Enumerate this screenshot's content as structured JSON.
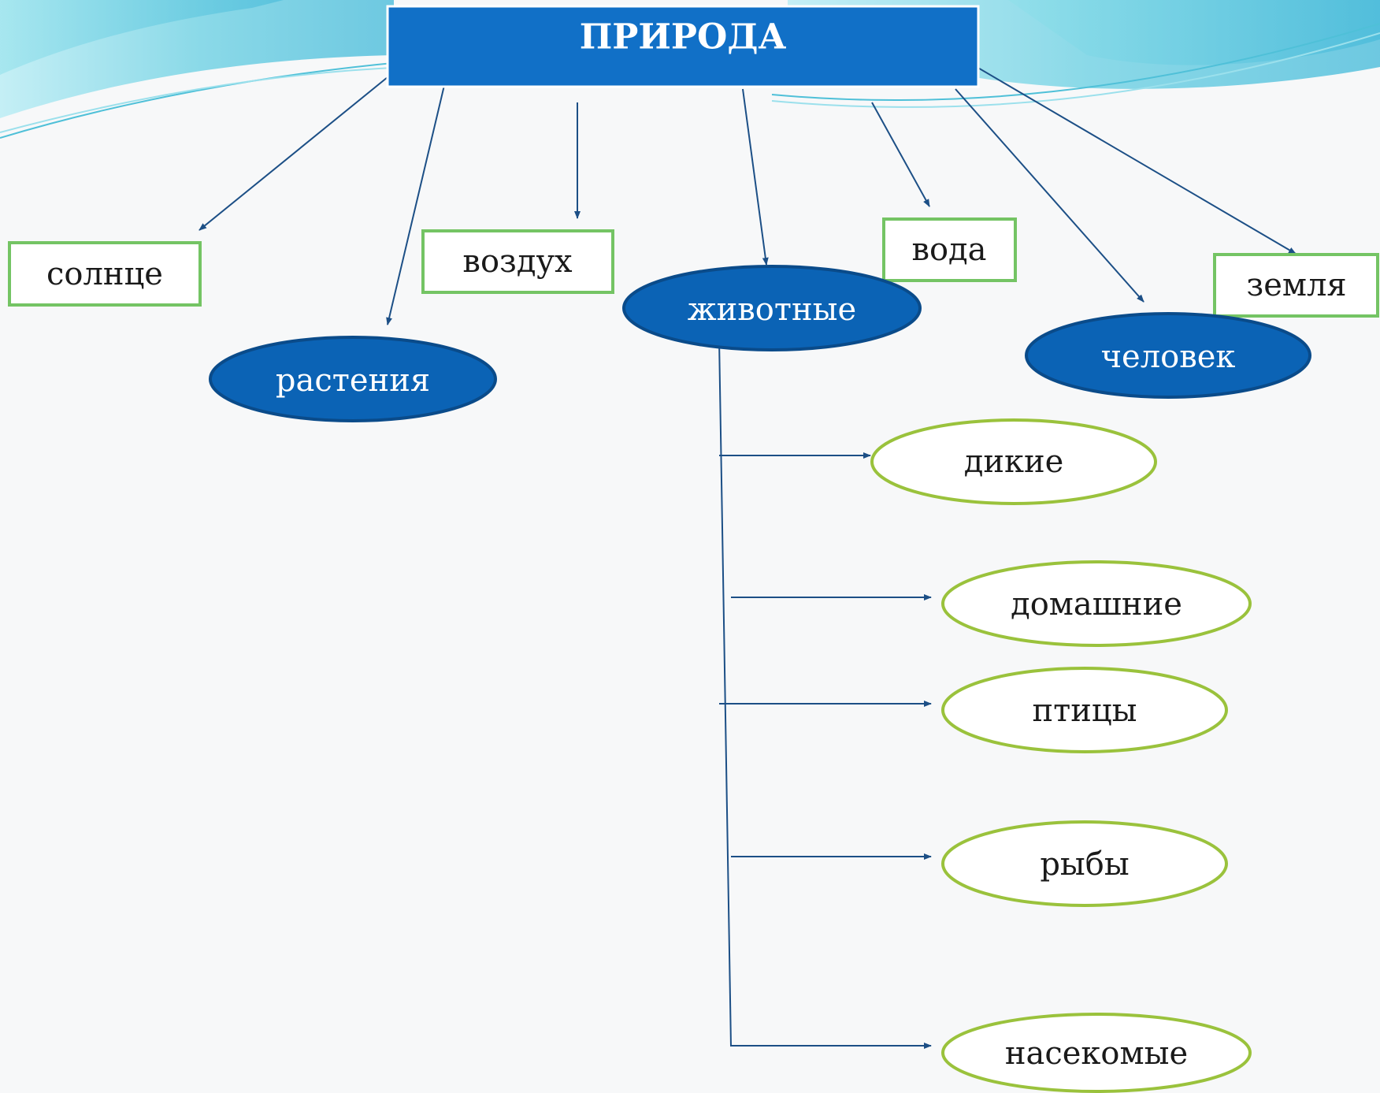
{
  "title": "ПРИРОДА",
  "nodes": {
    "sun": "солнце",
    "air": "воздух",
    "water": "вода",
    "earth": "земля",
    "plants": "растения",
    "animals": "животные",
    "human": "человек",
    "wild": "дикие",
    "domestic": "домашние",
    "birds": "птицы",
    "fish": "рыбы",
    "insects": "насекомые"
  },
  "colors": {
    "title_fill": "#1170c7",
    "dark_node_fill": "#0b63b5",
    "dark_node_stroke": "#0a4b8a",
    "green_border": "#74c464",
    "olive_border": "#9ac23c",
    "arrow": "#1c4f86",
    "wave_light": "#aee6f0",
    "wave_mid": "#5cc8dc"
  }
}
